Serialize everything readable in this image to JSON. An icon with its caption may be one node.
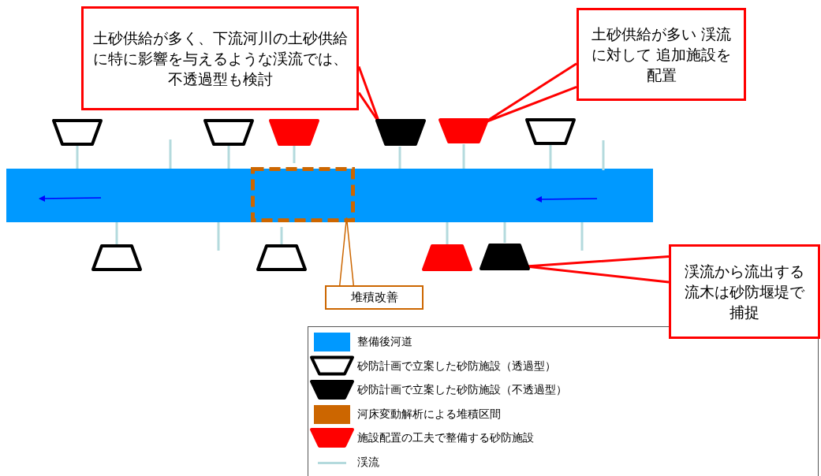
{
  "diagram": {
    "nodes": [
      {
        "text": [
          "土砂供給が多く、下流河川の土砂供給に特に影響を与えるような渓流では、不透過型も検討"
        ]
      },
      {
        "text": [],
        "shape": "trapezoid"
      },
      {
        "text": [
          "土砂供給が多い 渓流に対して 追加施設を配置"
        ]
      },
      {
        "text": [],
        "shape": "trapezoid"
      },
      {
        "text": [],
        "shape": "box"
      },
      {
        "text": [
          "堆積改善"
        ]
      },
      {
        "text": [
          "渓流から流出する流木は砂防堰堤で捕捉"
        ]
      },
      {
        "text": [],
        "shape": "trapezoid"
      }
    ],
    "edges": [
      {
        "from": 0,
        "to": 1,
        "arrow": "none",
        "color": "#ff0000"
      },
      {
        "from": 2,
        "to": 3,
        "arrow": "none",
        "color": "#ff0000"
      },
      {
        "from": 5,
        "to": 4,
        "arrow": "none",
        "color": "#cc6600"
      },
      {
        "from": 6,
        "to": 7,
        "arrow": "none",
        "color": "#ff0000"
      }
    ],
    "legend": [
      {
        "text": "整備後河道",
        "color": "#0099ff"
      },
      {
        "text": "砂防計画で立案した砂防施設（透過型）"
      },
      {
        "text": "砂防計画で立案した砂防施設（不透過型）"
      },
      {
        "text": "河床変動解析による堆積区間",
        "color": "#cc6600"
      },
      {
        "text": "施設配置の工夫で整備する砂防施設"
      },
      {
        "text": "渓流"
      }
    ]
  }
}
